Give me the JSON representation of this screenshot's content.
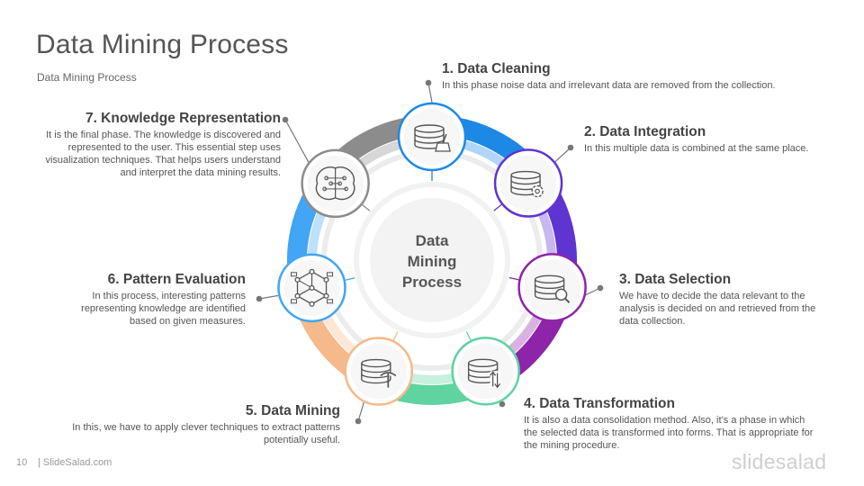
{
  "title": "Data Mining Process",
  "subtitle": "Data Mining  Process",
  "center_label": [
    "Data",
    "Mining",
    "Process"
  ],
  "steps": [
    {
      "title": "1. Data Cleaning",
      "desc": "In this phase noise data and irrelevant data are removed from the collection.",
      "color": "#1e88e5",
      "icon": "database-broom-icon"
    },
    {
      "title": "2. Data Integration",
      "desc": "In this multiple data is combined at the same place.",
      "color": "#5e35d1",
      "icon": "database-gear-icon"
    },
    {
      "title": "3. Data Selection",
      "desc": "We have to decide the data relevant to the analysis is decided on and retrieved from the data collection.",
      "color": "#8e24aa",
      "icon": "database-search-icon"
    },
    {
      "title": "4. Data Transformation",
      "desc": "It is also a data consolidation method. Also, it’s a phase in which the selected  data is transformed into forms.  That is appropriate for the mining procedure.",
      "color": "#5fd3a0",
      "icon": "database-transform-icon"
    },
    {
      "title": "5. Data Mining",
      "desc": "In this, we have to apply clever techniques to extract patterns potentially useful.",
      "color": "#f5b98a",
      "icon": "database-pickaxe-icon"
    },
    {
      "title": "6. Pattern Evaluation",
      "desc": "In this process,  interesting patterns representing knowledge are identified based on given measures.",
      "color": "#42a5f5",
      "icon": "cube-network-icon"
    },
    {
      "title": "7. Knowledge Representation",
      "desc": "It is the final phase. The knowledge is discovered and represented  to the user. This essential step uses visualization techniques. That helps users understand and interpret the data mining results.",
      "color": "#8c8c8c",
      "icon": "brain-circuit-icon"
    }
  ],
  "footer": {
    "page": "10",
    "site": "| SlideSalad.com",
    "logo": "slidesalad"
  }
}
